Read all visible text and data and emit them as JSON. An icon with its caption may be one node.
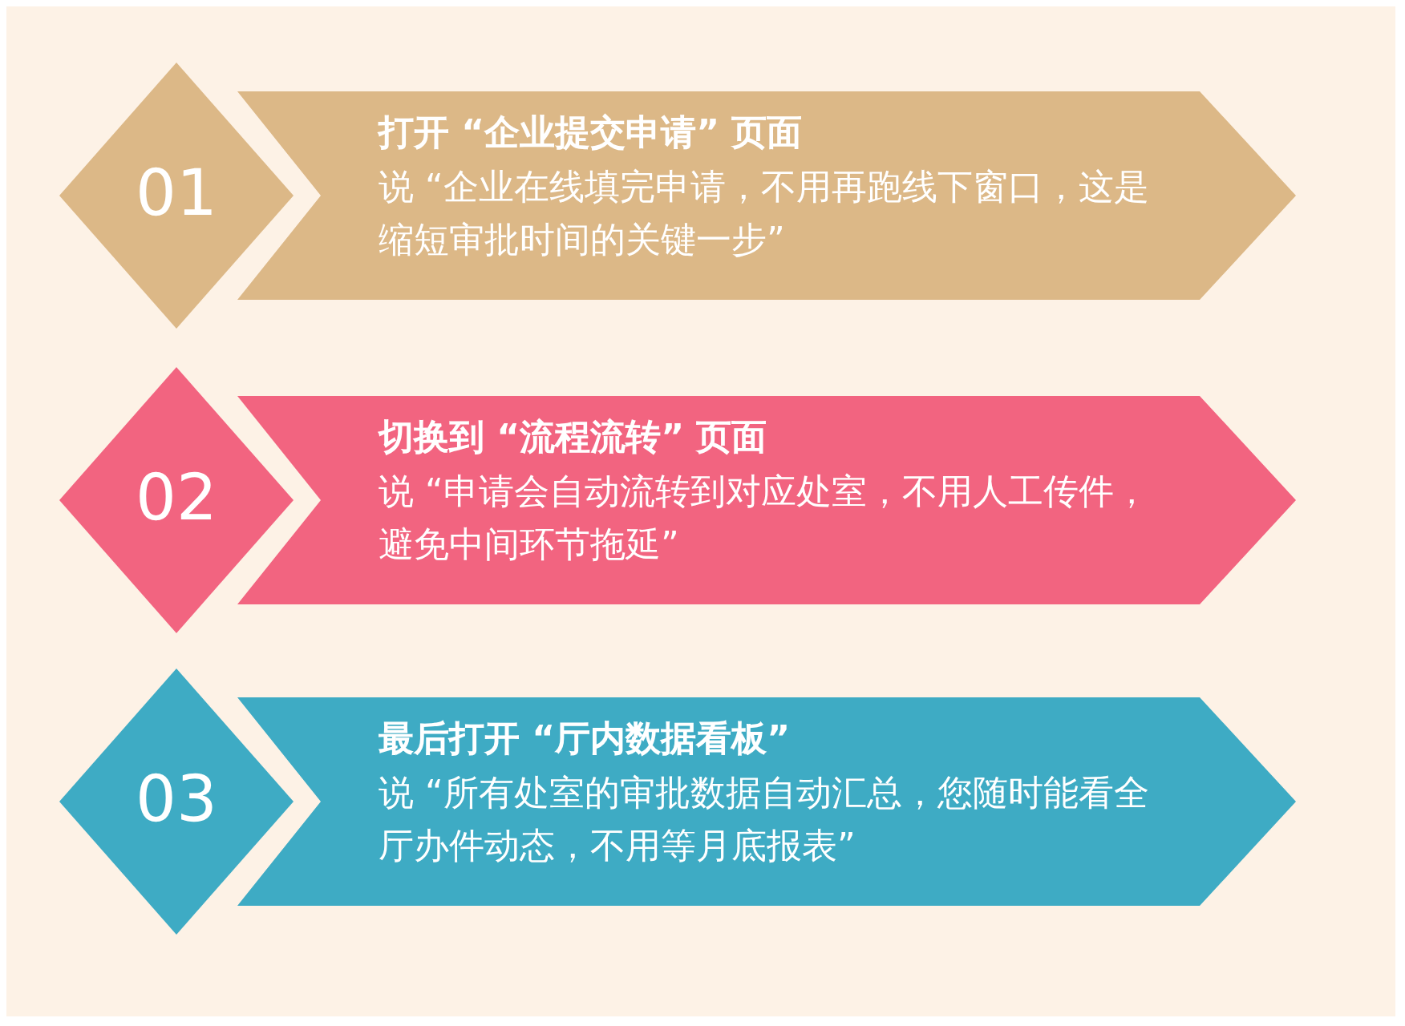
{
  "diagram": {
    "nodes": [
      {
        "text": [
          "01"
        ]
      },
      {
        "text": [
          "打开 “企业提交申请” 页面",
          "说 “企业在线填完申请，不用再跑线下窗口，这是缩短审批时间的关键一步”"
        ]
      },
      {
        "text": [
          "02"
        ]
      },
      {
        "text": [
          "切换到 “流程流转” 页面",
          "说 “申请会自动流转到对应处室，不用人工传件，避免中间环节拖延”"
        ]
      },
      {
        "text": [
          "03"
        ]
      },
      {
        "text": [
          "最后打开 “厅内数据看板”",
          "说 “所有处室的审批数据自动汇总，您随时能看全厅办件动态，不用等月底报表”"
        ]
      }
    ]
  }
}
